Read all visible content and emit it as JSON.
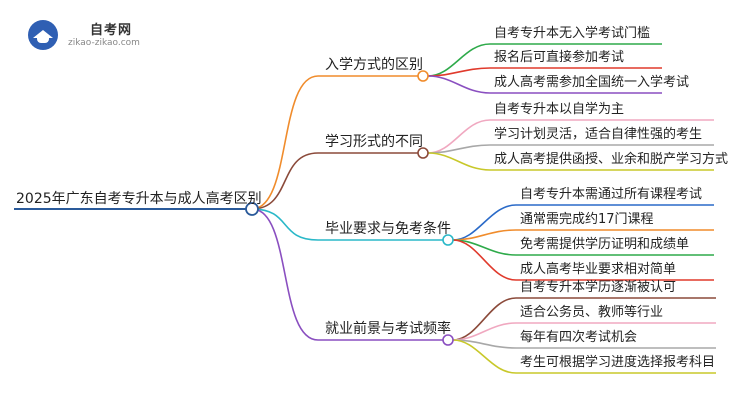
{
  "logo": {
    "name": "自考网",
    "url": "zikao-zikao.com"
  },
  "root": {
    "label": "2025年广东自考专升本与成人高考区别"
  },
  "branches": [
    {
      "label": "入学方式的区别",
      "color": "#f08c2c",
      "leaves": [
        {
          "label": "自考专升本无入学考试门槛",
          "color": "#2eaa4a"
        },
        {
          "label": "报名后可直接参加考试",
          "color": "#e03a2c"
        },
        {
          "label": "成人高考需参加全国统一入学考试",
          "color": "#8a4fc0"
        }
      ]
    },
    {
      "label": "学习形式的不同",
      "color": "#8b4a3a",
      "leaves": [
        {
          "label": "自考专升本以自学为主",
          "color": "#f0a8c0"
        },
        {
          "label": "学习计划灵活，适合自律性强的考生",
          "color": "#a8a8a8"
        },
        {
          "label": "成人高考提供函授、业余和脱产学习方式",
          "color": "#c8c82a"
        }
      ]
    },
    {
      "label": "毕业要求与免考条件",
      "color": "#2ab8c8",
      "leaves": [
        {
          "label": "自考专升本需通过所有课程考试",
          "color": "#2a6ac8"
        },
        {
          "label": "通常需完成约17门课程",
          "color": "#f08c2c"
        },
        {
          "label": "免考需提供学历证明和成绩单",
          "color": "#2eaa4a"
        },
        {
          "label": "成人高考毕业要求相对简单",
          "color": "#e03a2c"
        }
      ]
    },
    {
      "label": "就业前景与考试频率",
      "color": "#8a4fc0",
      "leaves": [
        {
          "label": "自考专升本学历逐渐被认可",
          "color": "#8b4a3a"
        },
        {
          "label": "适合公务员、教师等行业",
          "color": "#f0a8c0"
        },
        {
          "label": "每年有四次考试机会",
          "color": "#a8a8a8"
        },
        {
          "label": "考生可根据学习进度选择报考科目",
          "color": "#c8c82a"
        }
      ]
    }
  ],
  "colors": {
    "root_line": "#2a5a9a",
    "node_stroke": "#2a5a9a"
  }
}
